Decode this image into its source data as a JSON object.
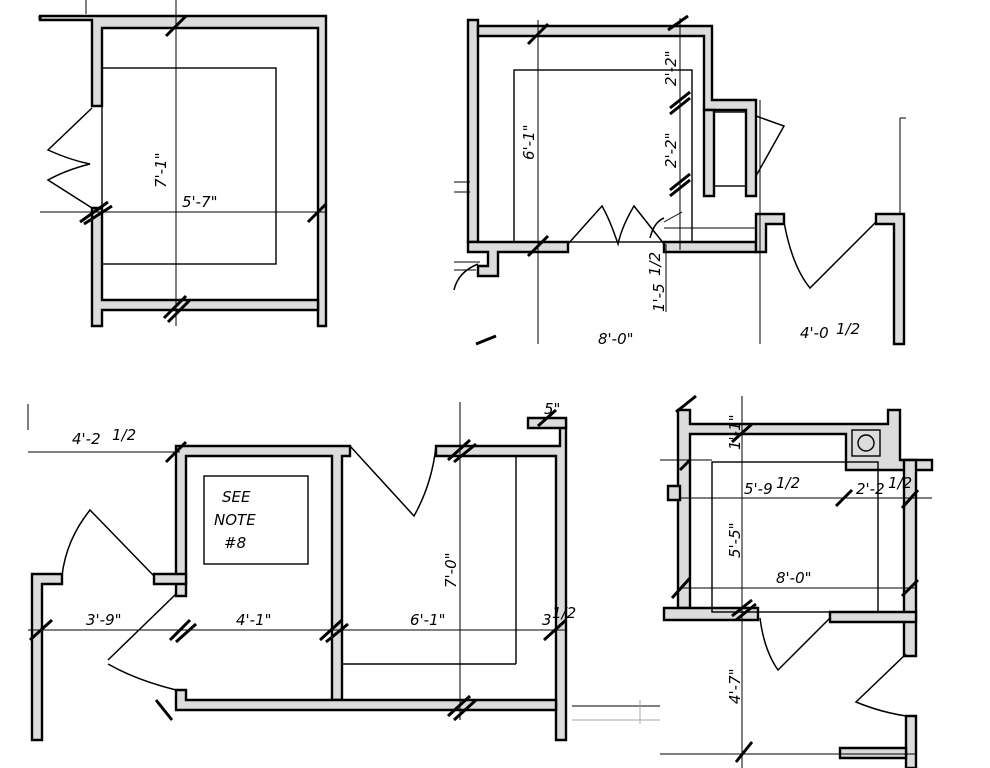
{
  "dimensions": {
    "tl_height": "7'-1\"",
    "tl_width": "5'-7\"",
    "tr_height": "6'-1\"",
    "tr_seg1": "2'-2\"",
    "tr_seg2": "2'-2\"",
    "tr_small": "1'-5",
    "tr_small_frac": "1/2",
    "tr_bottom_a": "8'-0\"",
    "tr_bottom_b": "4'-0",
    "tr_bottom_b_frac": "1/2",
    "bl_top": "4'-2",
    "bl_top_frac": "1/2",
    "bl_a": "3'-9\"",
    "bl_b": "4'-1\"",
    "bl_c": "6'-1\"",
    "bl_d": "3",
    "bl_d_frac": "1/2",
    "bl_height": "7'-0\"",
    "bl_corner": "5\"",
    "br_top_small": "1'-1\"",
    "br_a": "5'-9",
    "br_a_frac": "1/2",
    "br_b": "2'-2",
    "br_b_frac": "1/2",
    "br_height": "5'-5\"",
    "br_width": "8'-0\"",
    "br_lower": "4'-7\""
  },
  "note": {
    "line1": "SEE",
    "line2": "NOTE",
    "line3": "#8"
  },
  "colors": {
    "wall_fill": "#dcdcdc",
    "ink": "#000000"
  }
}
